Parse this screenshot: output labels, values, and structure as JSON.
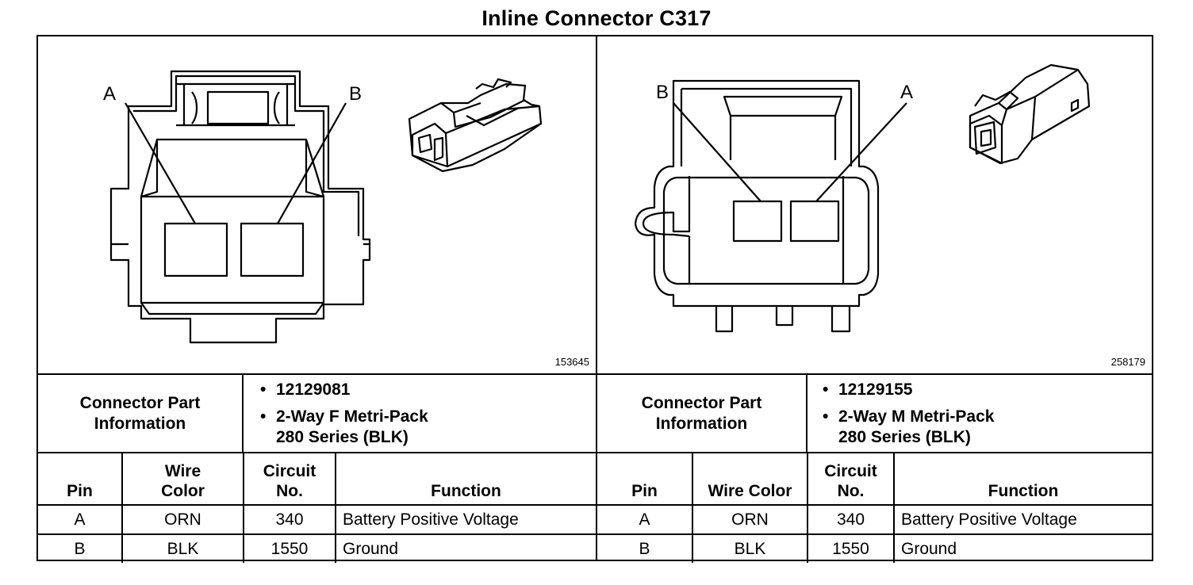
{
  "title": "Inline Connector C317",
  "connectors": [
    {
      "pin_labels": [
        "A",
        "B"
      ],
      "image_id": "153645",
      "info_label": [
        "Connector Part",
        "Information"
      ],
      "part_info": [
        "12129081",
        "2-Way F Metri-Pack\n280 Series (BLK)"
      ],
      "headers": {
        "pin": "Pin",
        "wire_color": [
          "Wire",
          "Color"
        ],
        "circuit": [
          "Circuit",
          "No."
        ],
        "function": "Function"
      },
      "rows": [
        {
          "pin": "A",
          "wire_color": "ORN",
          "circuit": "340",
          "function": "Battery Positive Voltage"
        },
        {
          "pin": "B",
          "wire_color": "BLK",
          "circuit": "1550",
          "function": "Ground"
        }
      ]
    },
    {
      "pin_labels": [
        "B",
        "A"
      ],
      "image_id": "258179",
      "info_label": [
        "Connector Part",
        "Information"
      ],
      "part_info": [
        "12129155",
        "2-Way M Metri-Pack\n280 Series (BLK)"
      ],
      "headers": {
        "pin": "Pin",
        "wire_color": "Wire Color",
        "circuit": [
          "Circuit",
          "No."
        ],
        "function": "Function"
      },
      "rows": [
        {
          "pin": "A",
          "wire_color": "ORN",
          "circuit": "340",
          "function": "Battery Positive Voltage"
        },
        {
          "pin": "B",
          "wire_color": "BLK",
          "circuit": "1550",
          "function": "Ground"
        }
      ]
    }
  ]
}
